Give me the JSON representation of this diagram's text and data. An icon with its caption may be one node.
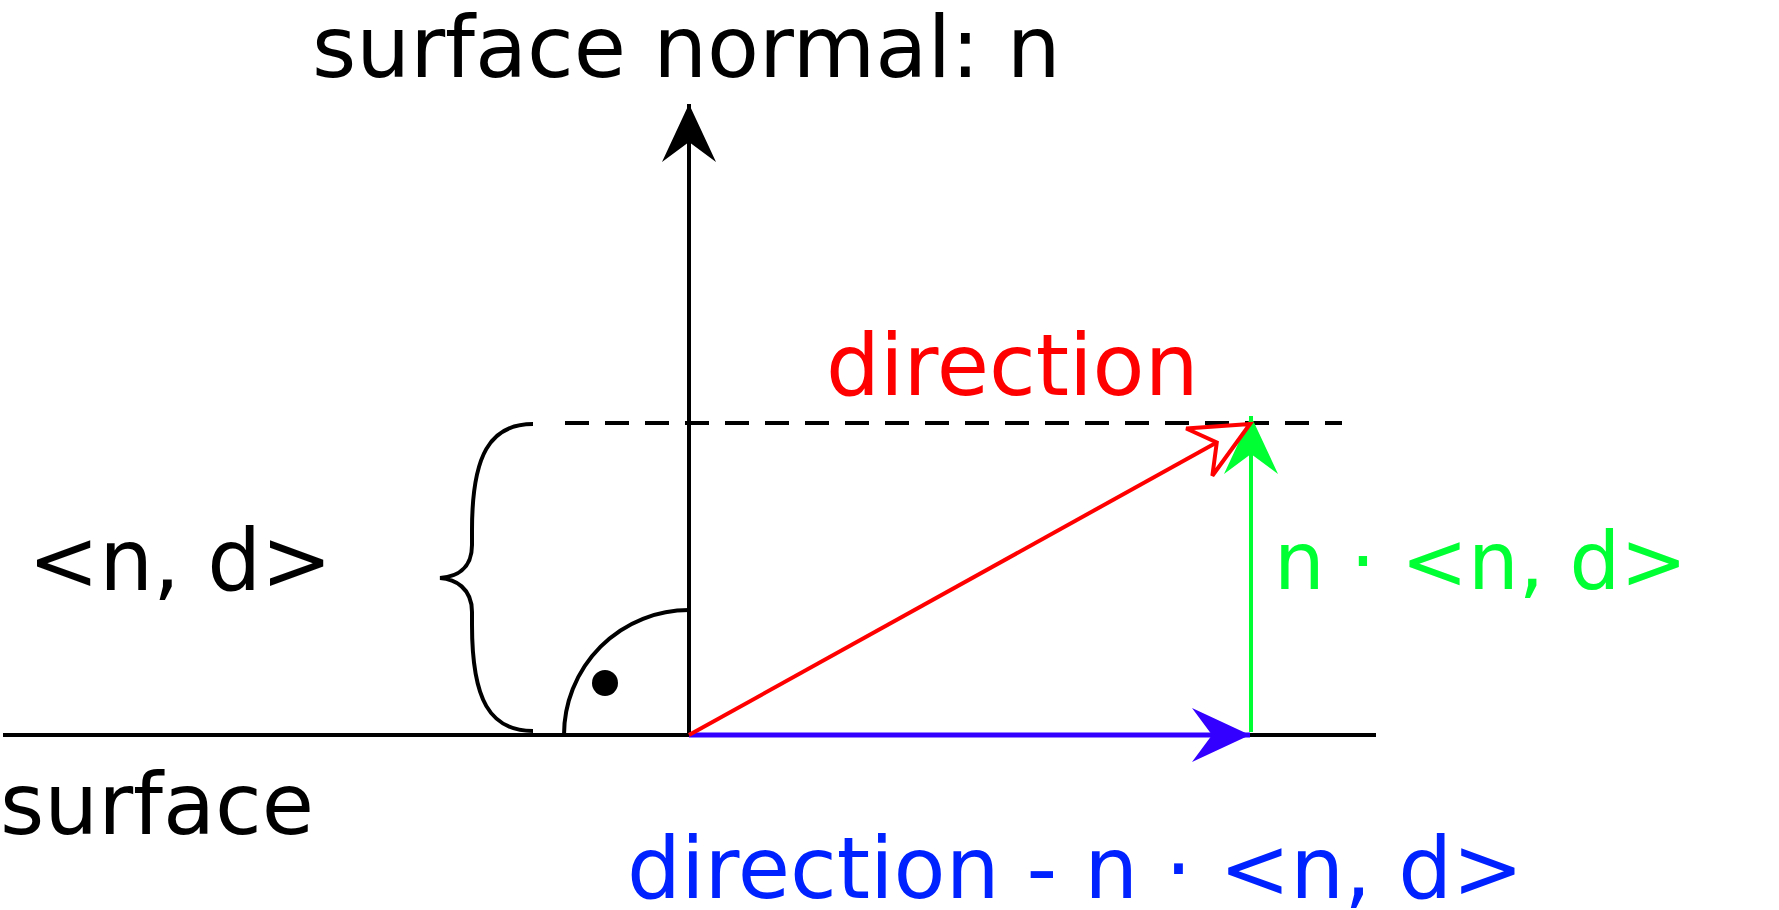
{
  "diagram": {
    "labels": [
      "surface normal: n",
      "direction",
      "<n, d>",
      "n · <n, d>",
      "surface",
      "direction - n · <n, d>"
    ]
  }
}
